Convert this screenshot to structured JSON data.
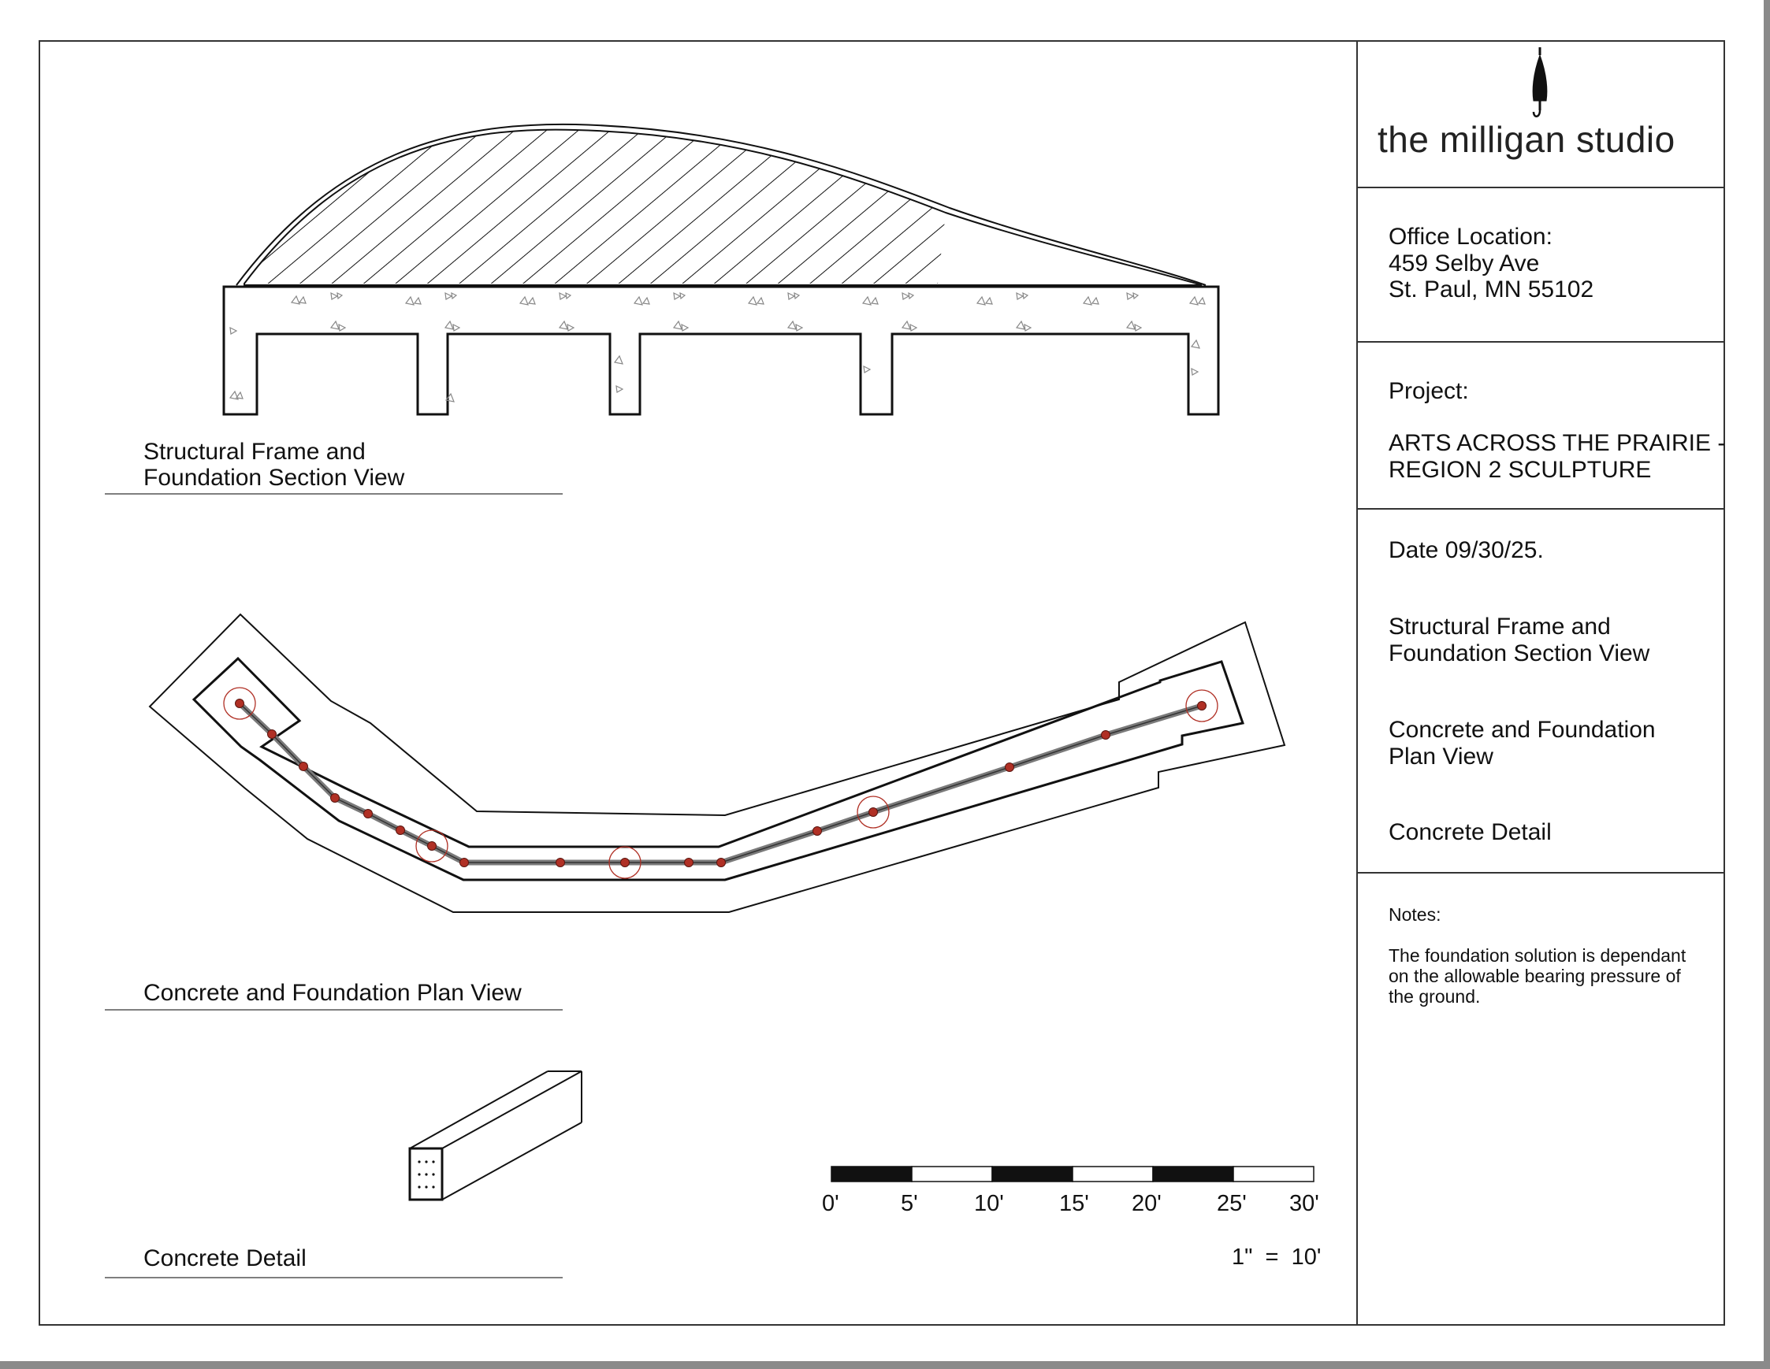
{
  "title_block": {
    "studio_name": "the milligan studio",
    "logo_icon": "umbrella-icon",
    "office_heading": "Office Location:",
    "office_line1": "459 Selby Ave",
    "office_line2": "St. Paul, MN 55102",
    "project_heading": "Project:",
    "project_line1": "ARTS ACROSS THE PRAIRIE -",
    "project_line2": "REGION 2 SCULPTURE",
    "date": "Date 09/30/25.",
    "sheet_list": [
      [
        "Structural Frame and",
        "Foundation Section View"
      ],
      [
        "Concrete and Foundation",
        "Plan View"
      ],
      [
        "Concrete Detail"
      ]
    ],
    "notes_heading": "Notes:",
    "notes_lines": [
      "The foundation solution is dependant",
      "on the allowable bearing pressure of",
      "the ground."
    ]
  },
  "views": {
    "section_title": [
      "Structural Frame and",
      "Foundation Section View"
    ],
    "plan_title": "Concrete and Foundation Plan View",
    "detail_title": "Concrete Detail"
  },
  "scale_bar": {
    "labels": [
      "0'",
      "5'",
      "10'",
      "15'",
      "20'",
      "25'",
      "30'"
    ],
    "ratio": "1\"  =  10'"
  },
  "colors": {
    "line": "#111111",
    "rebar": "#b03025",
    "rebar_line": "#7a7a7a"
  }
}
